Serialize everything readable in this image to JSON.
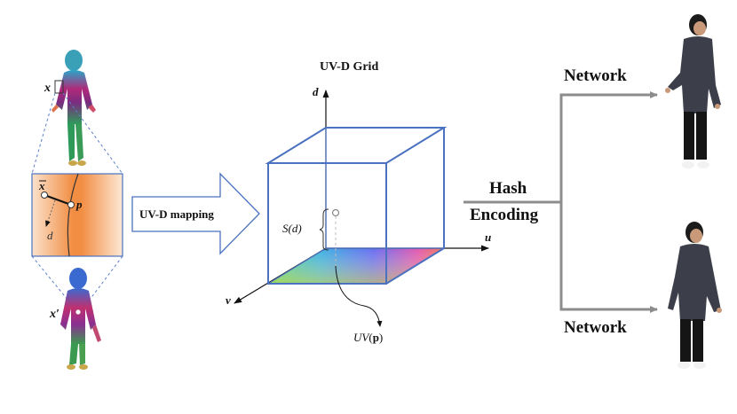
{
  "title": "UV-D Grid",
  "mapping_label": "UV-D mapping",
  "axes": {
    "u": "u",
    "v": "v",
    "d": "d"
  },
  "body_labels": {
    "x_top": "x",
    "x_bottom": "x′"
  },
  "zoom_labels": {
    "xbar": "x",
    "p": "p",
    "d": "d"
  },
  "sd_label": "S(d)",
  "uvp_label": {
    "prefix": "UV",
    "arg": "p"
  },
  "hash_encoding": {
    "line1": "Hash",
    "line2": "Encoding"
  },
  "network_top": "Network",
  "network_bottom": "Network",
  "colors": {
    "cube": "#4a72c0",
    "arrow_gray": "#8c8c8c",
    "zoom_dashes": "#5b7fc9",
    "orange": "#f08a3a"
  }
}
